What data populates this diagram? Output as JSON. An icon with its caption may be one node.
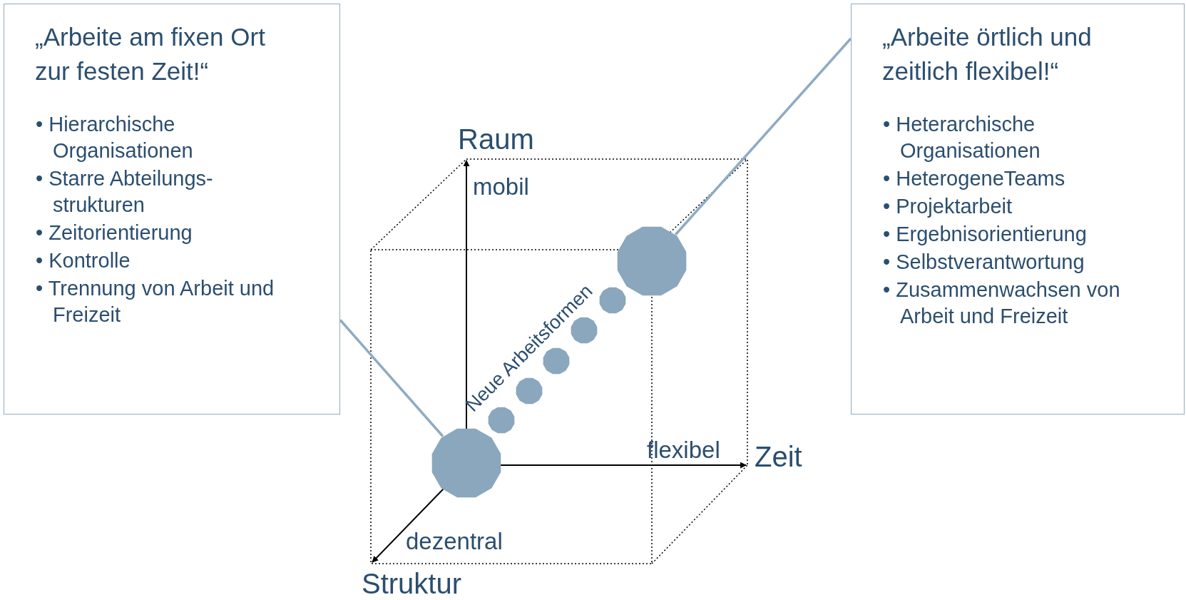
{
  "diagram": {
    "nodes": [
      {
        "text": [
          "„Arbeite am fixen Ort zur festen Zeit!“",
          "• Hierarchische Organisationen",
          "• Starre Abteilungs- strukturen",
          "• Zeitorientierung",
          "• Kontrolle",
          "• Trennung von Arbeit und Freizeit"
        ]
      },
      {
        "text": [
          "„Arbeite örtlich und zeitlich flexibel!“",
          "• Heterarchische Organisationen",
          "• HeterogeneTeams",
          "• Projektarbeit",
          "• Ergebnisorientierung",
          "• Selbstverantwortung",
          "• Zusammenwachsen von Arbeit und Freizeit"
        ]
      },
      {
        "text": [],
        "shape": "circle"
      },
      {
        "text": [],
        "shape": "circle"
      }
    ],
    "edges": [
      {
        "from": 0,
        "to": 2,
        "arrow": "none"
      },
      {
        "from": 1,
        "to": 3,
        "arrow": "none"
      }
    ],
    "labels": [
      "Raum",
      "mobil",
      "Neue Arbeitsformen",
      "flexibel",
      "Zeit",
      "dezentral",
      "Struktur"
    ]
  }
}
